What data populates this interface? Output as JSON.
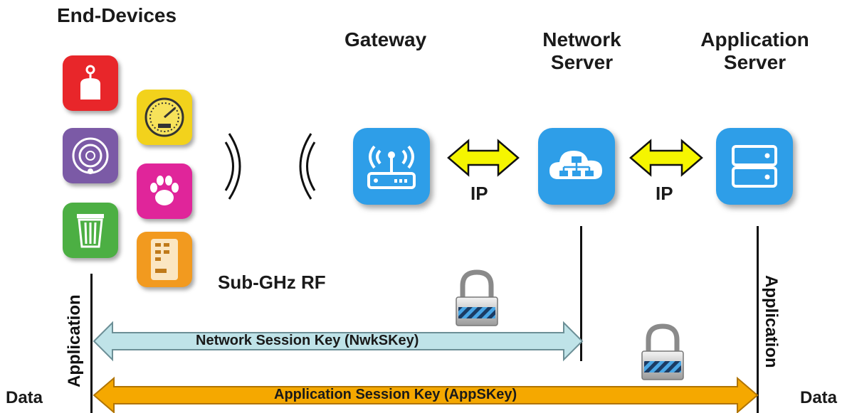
{
  "labels": {
    "end_devices": "End-Devices",
    "gateway": "Gateway",
    "network_server_1": "Network",
    "network_server_2": "Server",
    "application_server_1": "Application",
    "application_server_2": "Server",
    "ip_left": "IP",
    "ip_right": "IP",
    "sub_ghz_rf": "Sub-GHz RF",
    "application_left": "Application",
    "application_right": "Application",
    "data_left": "Data",
    "data_right": "Data",
    "network_session_key": "Network Session Key (NwkSKey)",
    "application_session_key": "Application Session Key (AppSKey)"
  },
  "icons": {
    "device_1": "sensor-tag-icon",
    "device_2": "gauge-meter-icon",
    "device_3": "smoke-detector-icon",
    "device_4": "paw-tracker-icon",
    "device_5": "trash-bin-icon",
    "device_6": "vending-machine-icon",
    "gateway": "wifi-router-icon",
    "network_server": "cloud-network-icon",
    "application_server": "server-rack-icon",
    "lock": "padlock-icon"
  },
  "colors": {
    "device_red": "#e8262a",
    "device_yellow": "#f2d21c",
    "device_purple": "#7b5aa6",
    "device_pink": "#e0259a",
    "device_green": "#4caf43",
    "device_orange": "#f29a1f",
    "server_blue": "#2e9ee8",
    "ip_arrow_fill": "#f5f500",
    "nwk_key_fill": "#bfe3e8",
    "app_key_fill": "#f5a800"
  }
}
